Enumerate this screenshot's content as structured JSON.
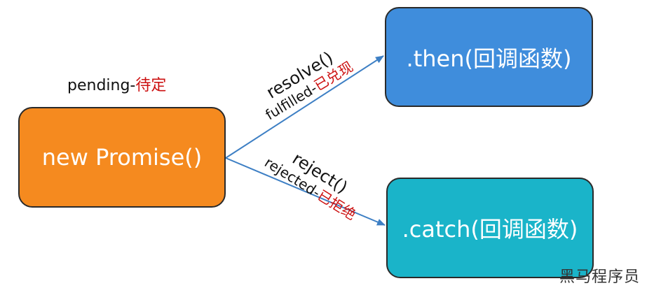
{
  "nodes": {
    "promise": {
      "label": "new Promise()",
      "color": "#f58a1f"
    },
    "then": {
      "label": ".then(回调函数)",
      "color": "#3f8ddc"
    },
    "catch": {
      "label": ".catch(回调函数)",
      "color": "#1ab4c9"
    }
  },
  "states": {
    "pending": {
      "prefix": "pending-",
      "cn": "待定"
    },
    "fulfilled": {
      "method": "resolve()",
      "prefix": "fulfilled-",
      "cn": "已兑现"
    },
    "rejected": {
      "method": "reject()",
      "prefix": "rejected-",
      "cn": "已拒绝"
    }
  },
  "colors": {
    "arrow": "#3d7fc4",
    "highlight_text": "#cc1010"
  },
  "watermark": "黑马程序员"
}
